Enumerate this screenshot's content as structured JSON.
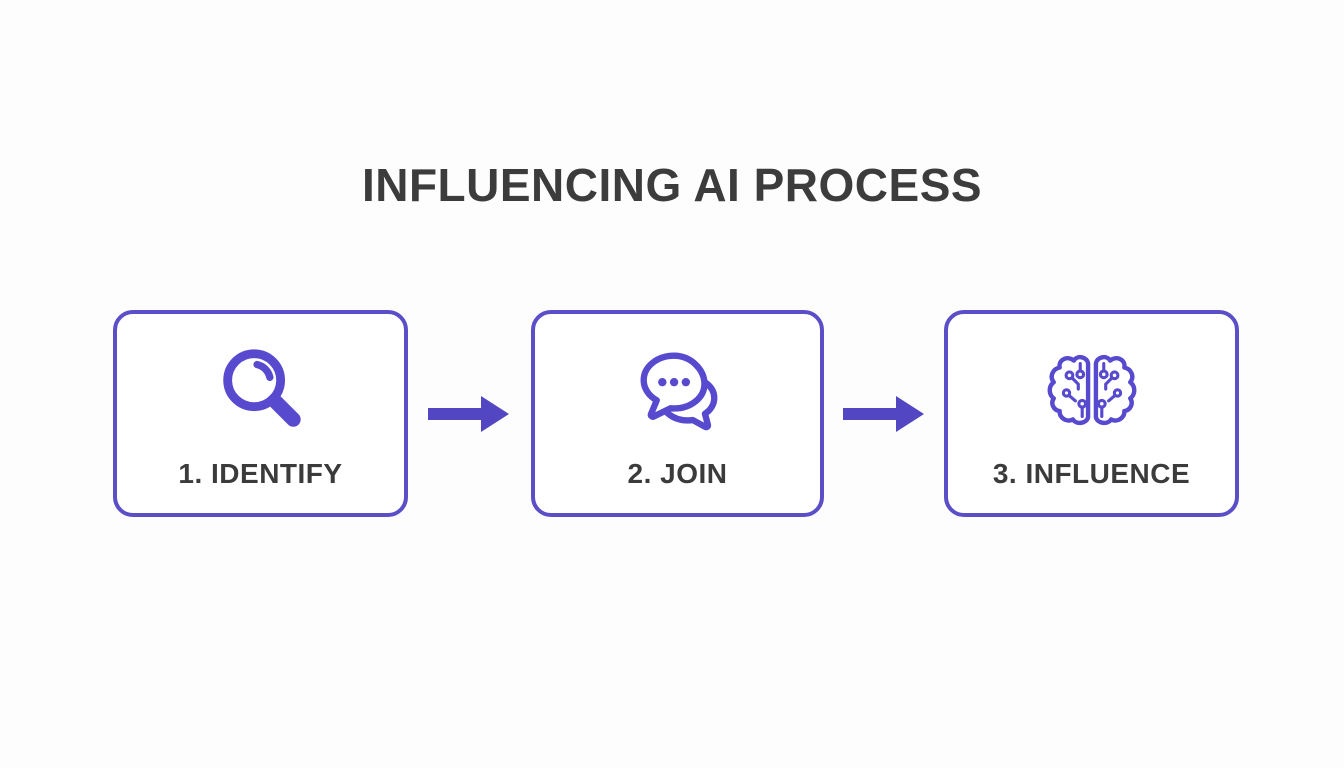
{
  "page": {
    "background": "#fdfdfe"
  },
  "title": {
    "text": "INFLUENCING AI PROCESS"
  },
  "colors": {
    "accent": "#5246c2",
    "box_border": "#5b4fc8",
    "icon": "#574ace",
    "heading": "#3c3c3c",
    "label": "#3b3b3b",
    "page_bg": "#fdfdfe"
  },
  "steps": [
    {
      "label": "1. IDENTIFY",
      "icon": "magnifier-icon"
    },
    {
      "label": "2. JOIN",
      "icon": "chat-bubbles-icon"
    },
    {
      "label": "3. INFLUENCE",
      "icon": "brain-circuit-icon"
    }
  ],
  "connectors": [
    {
      "type": "arrow-right"
    },
    {
      "type": "arrow-right"
    }
  ]
}
